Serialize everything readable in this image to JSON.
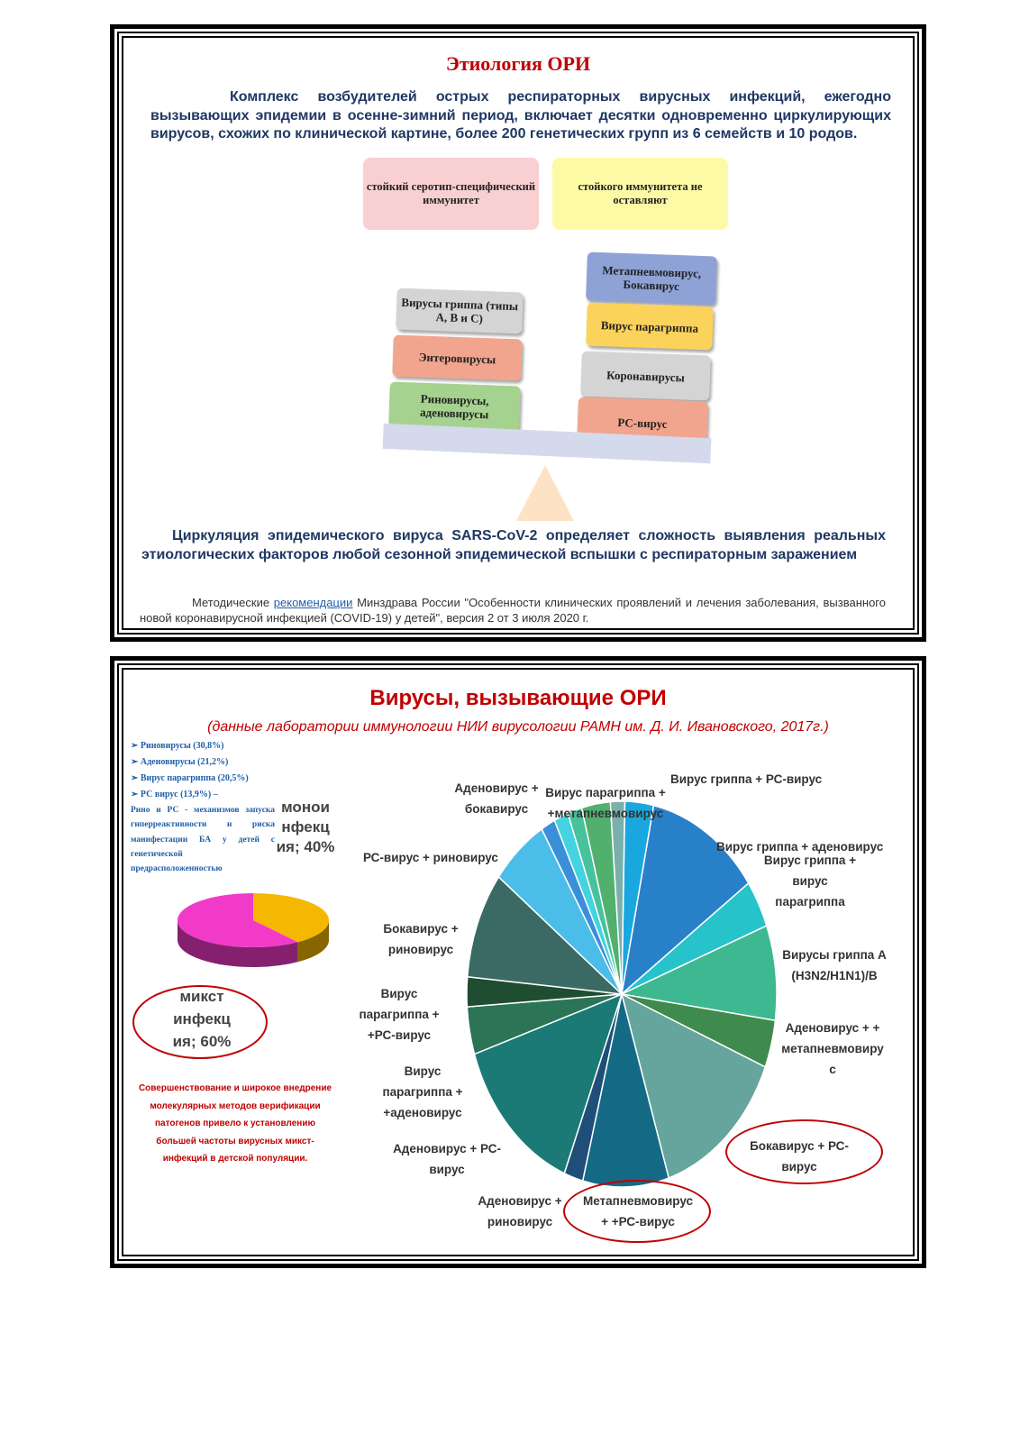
{
  "slide1": {
    "title": "Этиология ОРИ",
    "intro": "Комплекс возбудителей острых респираторных вирусных инфекций, ежегодно вызывающих эпидемии в осенне-зимний период, включает десятки одновременно циркулирующих вирусов, схожих по клинической картине, более 200 генетических групп из 6 семейств и 10 родов.",
    "immunity_yes": "стойкий серотип-специфический иммунитет",
    "immunity_no": "стойкого иммунитета не оставляют",
    "left_stack": [
      "Вирусы гриппа (типы А, В и С)",
      "Энтеровирусы",
      "Риновирусы, аденовирусы"
    ],
    "right_stack": [
      "Метапневмовирус, Бокавирус",
      "Вирус парагриппа",
      "Коронавирусы",
      "РС-вирус"
    ],
    "bottom_text": "Циркуляция эпидемического вируса SARS-CoV-2 определяет сложность выявления реальных этиологических факторов любой сезонной эпидемической вспышки с респираторным заражением",
    "source_before": "Методические ",
    "source_link": "рекомендации",
    "source_after": " Минздрава России \"Особенности клинических проявлений и лечения заболевания, вызванного новой коронавирусной инфекцией (COVID-19) у детей\", версия 2 от 3 июля 2020 г.",
    "colors": {
      "title": "#c00000",
      "text": "#1f3864",
      "immunity_yes": "#f9d0d2",
      "immunity_no": "#fdfaa6",
      "gray": "#d4d4d4",
      "orange": "#f2a58e",
      "green": "#a5d28e",
      "blue": "#8ea2d6",
      "yellow": "#fcd35a",
      "beam": "#d4d9ec",
      "fulcrum": "#fde3c4"
    }
  },
  "slide2": {
    "title": "Вирусы, вызывающие ОРИ",
    "subtitle": "(данные лаборатории иммунологии НИИ вирусологии РАМН им. Д. И. Ивановского, 2017г.)",
    "bullets": [
      "Риновирусы (30,8%)",
      "Аденовирусы (21,2%)",
      "Вирус парагриппа (20,5%)",
      "РС вирус (13,9%) –"
    ],
    "rino_text": "Рино и РС - механизмов запуска гиперреактивности и риска манифестации БА у детей с генетической предрасположенностью",
    "mono_label": "монои нфекц ия; 40%",
    "mikst_label": "микст инфекц ия; 60%",
    "note": "Совершенствование и широкое внедрение молекулярных методов верификации патогенов привело к установлению большей частоты вирусных микст-инфекций в детской популяции."
  },
  "chart_data": [
    {
      "type": "pie",
      "slices": [
        {
          "name": "моноинфекция",
          "value": 40,
          "color": "#f5b800"
        },
        {
          "name": "микст инфекция",
          "value": 60,
          "color": "#f23ac9"
        }
      ]
    },
    {
      "type": "pie",
      "slices": [
        {
          "name": "Вирус гриппа + РС-вирус",
          "value": 3,
          "color": "#1aa7e0"
        },
        {
          "name": "Вирус гриппа + аденовирус",
          "value": 12,
          "color": "#2880c8"
        },
        {
          "name": "Вирус гриппа + вирус парагриппа",
          "value": 4,
          "color": "#27c3cb"
        },
        {
          "name": "Вирусы гриппа А (H3N2/H1N1)/В",
          "value": 8,
          "color": "#3db891"
        },
        {
          "name": "Аденовирус + + метапневмовирус",
          "value": 4,
          "color": "#3f8b4e"
        },
        {
          "name": "Бокавирус + РС-вирус",
          "value": 14,
          "color": "#66a59d"
        },
        {
          "name": "Метапневмовирус + +РС-вирус",
          "value": 9,
          "color": "#146a85"
        },
        {
          "name": "Аденовирус + риновирус",
          "value": 2,
          "color": "#1f4e79"
        },
        {
          "name": "Аденовирус + РС-вирус",
          "value": 14,
          "color": "#1b7a76"
        },
        {
          "name": "Вирус парагриппа + +аденовирус",
          "value": 4,
          "color": "#2b7456"
        },
        {
          "name": "Вирус парагриппа + +РС-вирус",
          "value": 2.5,
          "color": "#1f4d32"
        },
        {
          "name": "Бокавирус + риновирус",
          "value": 9,
          "color": "#3b6a64"
        },
        {
          "name": "РС-вирус + риновирус",
          "value": 6,
          "color": "#4abde9"
        },
        {
          "name": "slice-14",
          "value": 1.5,
          "color": "#3a8fd8"
        },
        {
          "name": "slice-15",
          "value": 1.5,
          "color": "#44d3e0"
        },
        {
          "name": "slice-16",
          "value": 1.5,
          "color": "#46c29c"
        },
        {
          "name": "Вирус парагриппа + +метапневмовирус",
          "value": 3,
          "color": "#52b06e"
        },
        {
          "name": "Аденовирус + бокавирус",
          "value": 1.5,
          "color": "#7ab0ab"
        }
      ],
      "labels": [
        {
          "text": "Вирус гриппа + РС-вирус"
        },
        {
          "text": "Вирус гриппа + аденовирус"
        },
        {
          "text": "Вирус гриппа + вирус парагриппа"
        },
        {
          "text": "Вирусы гриппа А (H3N2/H1N1)/В"
        },
        {
          "text": "Аденовирус + + метапневмовиру с"
        },
        {
          "text": "Бокавирус + РС-вирус"
        },
        {
          "text": "Метапневмовирус + +РС-вирус"
        },
        {
          "text": "Аденовирус + риновирус"
        },
        {
          "text": "Аденовирус + РС-вирус"
        },
        {
          "text": "Вирус парагриппа + +аденовирус"
        },
        {
          "text": "Вирус парагриппа + +РС-вирус"
        },
        {
          "text": "Бокавирус + риновирус"
        },
        {
          "text": "РС-вирус + риновирус"
        },
        {
          "text": "Аденовирус + бокавирус"
        },
        {
          "text": "Вирус парагриппа + +метапневмовирус"
        }
      ]
    }
  ]
}
